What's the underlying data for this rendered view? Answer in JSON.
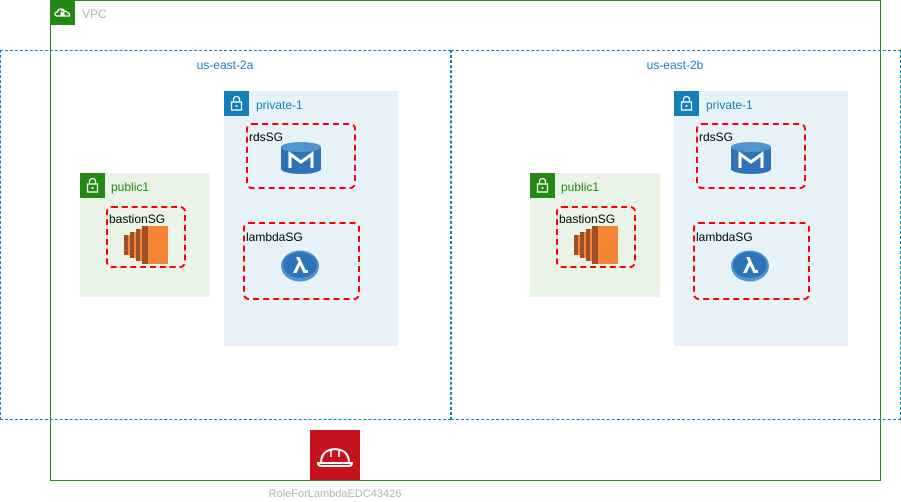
{
  "vpc": {
    "label": "VPC",
    "icon": "cloud-lock-icon",
    "color": "#248814"
  },
  "zones": [
    {
      "label": "us-east-2a",
      "public": {
        "label": "public1",
        "sg": {
          "label": "bastionSG",
          "icon": "ec2-instance-icon"
        }
      },
      "private": {
        "label": "private-1",
        "rds": {
          "label": "rdsSG",
          "icon": "rds-database-icon"
        },
        "lambda": {
          "label": "lambdaSG",
          "icon": "lambda-function-icon"
        }
      }
    },
    {
      "label": "us-east-2b",
      "public": {
        "label": "public1",
        "sg": {
          "label": "bastionSG",
          "icon": "ec2-instance-icon"
        }
      },
      "private": {
        "label": "private-1",
        "rds": {
          "label": "rdsSG",
          "icon": "rds-database-icon"
        },
        "lambda": {
          "label": "lambdaSG",
          "icon": "lambda-function-icon"
        }
      }
    }
  ],
  "role": {
    "label": "RoleForLambdaEDC43426",
    "icon": "iam-role-icon",
    "color": "#c7131f"
  },
  "colors": {
    "vpc_border": "#248814",
    "az_border": "#147eba",
    "public_fill": "#e9f3e6",
    "private_fill": "#e6f2f8",
    "sg_border": "#ff0000",
    "ec2_orange": "#d86613",
    "rds_blue": "#2e73b8"
  }
}
